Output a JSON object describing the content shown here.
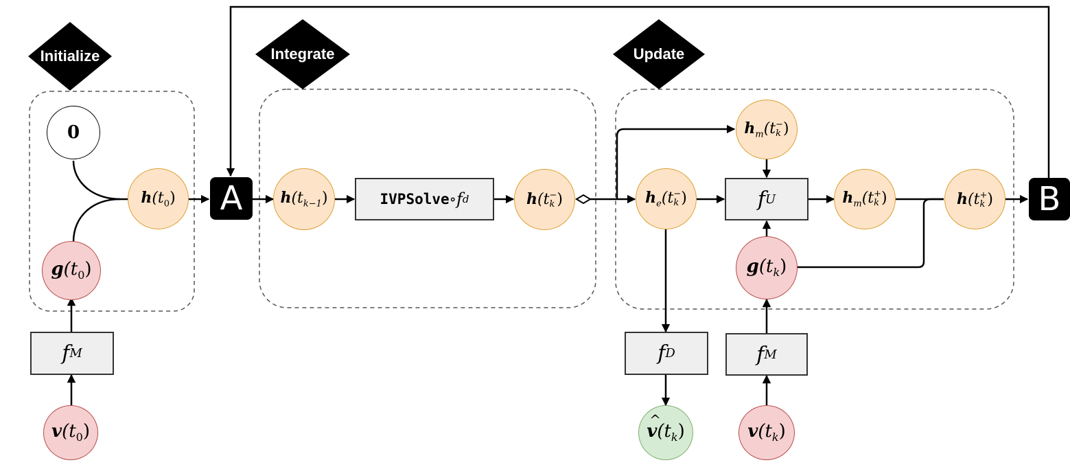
{
  "stages": {
    "initialize": "Initialize",
    "integrate": "Integrate",
    "update": "Update"
  },
  "connectors": {
    "a": "A",
    "b": "B"
  },
  "nodes": {
    "zero": "0",
    "h_t0": {
      "sym": "h",
      "arg": "(t",
      "sub": "0",
      "close": ")"
    },
    "g_t0": {
      "sym": "g",
      "arg": "(t",
      "sub": "0",
      "close": ")"
    },
    "v_t0": {
      "sym": "v",
      "arg": "(t",
      "sub": "0",
      "close": ")"
    },
    "h_tk_1": {
      "sym": "h",
      "arg": "(t",
      "sub": "k−1",
      "close": ")"
    },
    "h_tk_minus": {
      "sym": "h",
      "arg": "(t",
      "sup": "−",
      "sub": "k",
      "close": ")"
    },
    "he_tk_minus": {
      "sym": "h",
      "symsub": "e",
      "arg": "(t",
      "sup": "−",
      "sub": "k",
      "close": ")"
    },
    "hm_tk_minus": {
      "sym": "h",
      "symsub": "m",
      "arg": "(t",
      "sup": "−",
      "sub": "k",
      "close": ")"
    },
    "hm_tk_plus": {
      "sym": "h",
      "symsub": "m",
      "arg": "(t",
      "sup": "+",
      "sub": "k",
      "close": ")"
    },
    "h_tk_plus": {
      "sym": "h",
      "arg": "(t",
      "sup": "+",
      "sub": "k",
      "close": ")"
    },
    "g_tk": {
      "sym": "g",
      "arg": "(t",
      "sub": "k",
      "close": ")"
    },
    "v_tk": {
      "sym": "v",
      "arg": "(t",
      "sub": "k",
      "close": ")"
    },
    "vhat_tk": {
      "hat": "^",
      "sym": "v",
      "arg": "(t",
      "sub": "k",
      "close": ")"
    }
  },
  "boxes": {
    "f_m_left": {
      "f": "f",
      "sub": "M"
    },
    "ivpsolve": {
      "name": "IVPSolve",
      "op": " ∘ ",
      "f": "f",
      "sub": "d"
    },
    "f_u": {
      "f": "f",
      "sub": "U"
    },
    "f_d": {
      "f": "f",
      "sub": "D"
    },
    "f_m_right": {
      "f": "f",
      "sub": "M"
    }
  },
  "colors": {
    "state_fill": "#fde4c9",
    "state_stroke": "#dca032",
    "input_fill": "#f6d0d0",
    "input_stroke": "#b94a4a",
    "output_fill": "#d6ebd3",
    "output_stroke": "#7fae6e",
    "box_fill": "#efefef",
    "connector": "#000000"
  }
}
